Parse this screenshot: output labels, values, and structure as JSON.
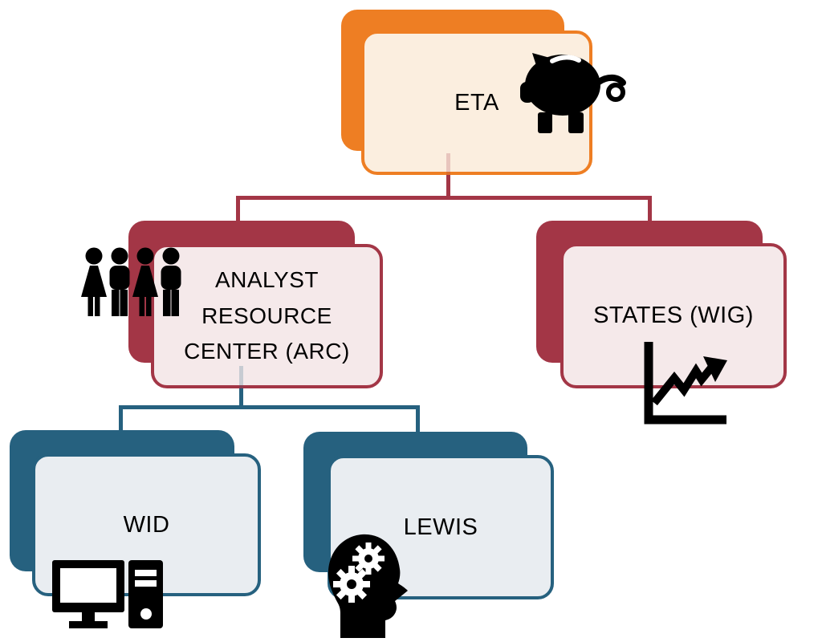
{
  "diagram": {
    "type": "org-chart",
    "background": "#FFFFFF",
    "colors": {
      "orange": "#EE7E23",
      "orange_fill": "#FBEEDF",
      "red": "#A33646",
      "red_fill": "#F5E9EA",
      "blue": "#26617F",
      "blue_fill": "#E9EDF1",
      "icon_black": "#000000",
      "text": "#000000"
    },
    "nodes": [
      {
        "id": "eta",
        "label": "ETA",
        "icon": "piggy-bank-icon",
        "theme": "orange",
        "parent": null
      },
      {
        "id": "arc",
        "label": "ANALYST RESOURCE CENTER (ARC)",
        "icon": "people-group-icon",
        "theme": "red",
        "parent": "eta"
      },
      {
        "id": "states-wig",
        "label": "STATES (WIG)",
        "icon": "growth-chart-icon",
        "theme": "red",
        "parent": "eta"
      },
      {
        "id": "wid",
        "label": "WID",
        "icon": "desktop-computer-icon",
        "theme": "blue",
        "parent": "arc"
      },
      {
        "id": "lewis",
        "label": "LEWIS",
        "icon": "head-with-gears-icon",
        "theme": "blue",
        "parent": "arc"
      }
    ],
    "edges": [
      {
        "from": "eta",
        "to": "arc",
        "color": "#A33646"
      },
      {
        "from": "eta",
        "to": "states-wig",
        "color": "#A33646"
      },
      {
        "from": "arc",
        "to": "wid",
        "color": "#26617F"
      },
      {
        "from": "arc",
        "to": "lewis",
        "color": "#26617F"
      }
    ]
  }
}
